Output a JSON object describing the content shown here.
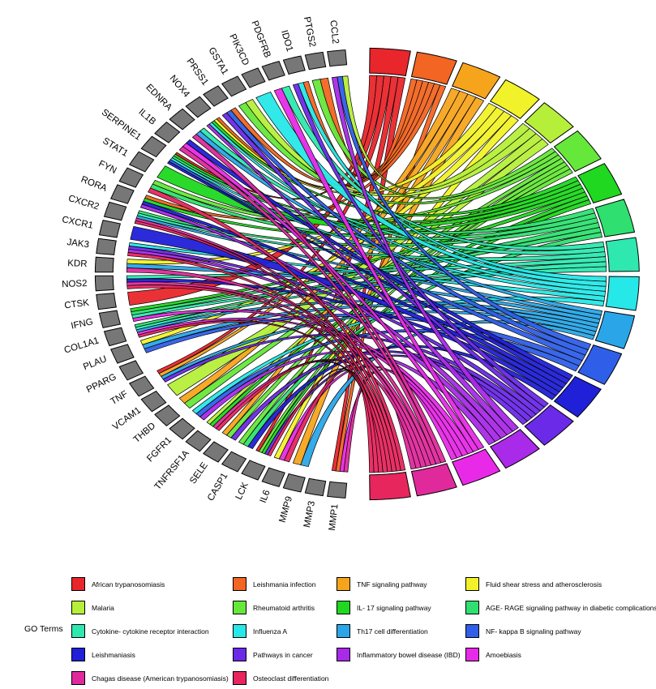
{
  "diagram": {
    "genes": [
      "CCL2",
      "PTGS2",
      "IDO1",
      "PDGFRB",
      "PIK3CD",
      "GSTA1",
      "PRSS1",
      "NOX4",
      "EDNRA",
      "IL1B",
      "SERPINE1",
      "STAT1",
      "FYN",
      "RORA",
      "CXCR2",
      "CXCR1",
      "JAK3",
      "KDR",
      "NOS2",
      "CTSK",
      "IFNG",
      "COL1A1",
      "PLAU",
      "PPARG",
      "TNF",
      "VCAM1",
      "THBD",
      "FGFR1",
      "TNFRSF1A",
      "SELE",
      "CASP1",
      "LCK",
      "IL6",
      "MMP9",
      "MMP3",
      "MMP1"
    ],
    "gene_color": "#777777",
    "legend_title": "GO Terms",
    "terms": [
      {
        "name": "African trypanosomiasis",
        "color": "#e8262b"
      },
      {
        "name": "Leishmania infection",
        "color": "#f26522"
      },
      {
        "name": "TNF signaling pathway",
        "color": "#f7a41d"
      },
      {
        "name": "Fluid shear stress and atherosclerosis",
        "color": "#f2f22a"
      },
      {
        "name": "Malaria",
        "color": "#b6ef3a"
      },
      {
        "name": "Rheumatoid arthritis",
        "color": "#66e83a"
      },
      {
        "name": "IL- 17 signaling pathway",
        "color": "#1fd81f"
      },
      {
        "name": "AGE- RAGE signaling pathway in diabetic complications",
        "color": "#2fe070"
      },
      {
        "name": "Cytokine- cytokine receptor interaction",
        "color": "#2ee8b0"
      },
      {
        "name": "Influenza A",
        "color": "#27e8e8"
      },
      {
        "name": "Th17 cell differentiation",
        "color": "#2aa6e8"
      },
      {
        "name": "NF- kappa B signaling pathway",
        "color": "#2f5fe8"
      },
      {
        "name": "Leishmaniasis",
        "color": "#2020d8"
      },
      {
        "name": "Pathways in cancer",
        "color": "#6a2ae8"
      },
      {
        "name": "Inflammatory bowel disease (IBD)",
        "color": "#a92ae8"
      },
      {
        "name": "Amoebiasis",
        "color": "#e82ae8"
      },
      {
        "name": "Chagas disease (American trypanosomiasis)",
        "color": "#e02a9c"
      },
      {
        "name": "Osteoclast differentiation",
        "color": "#e8265e"
      }
    ]
  }
}
